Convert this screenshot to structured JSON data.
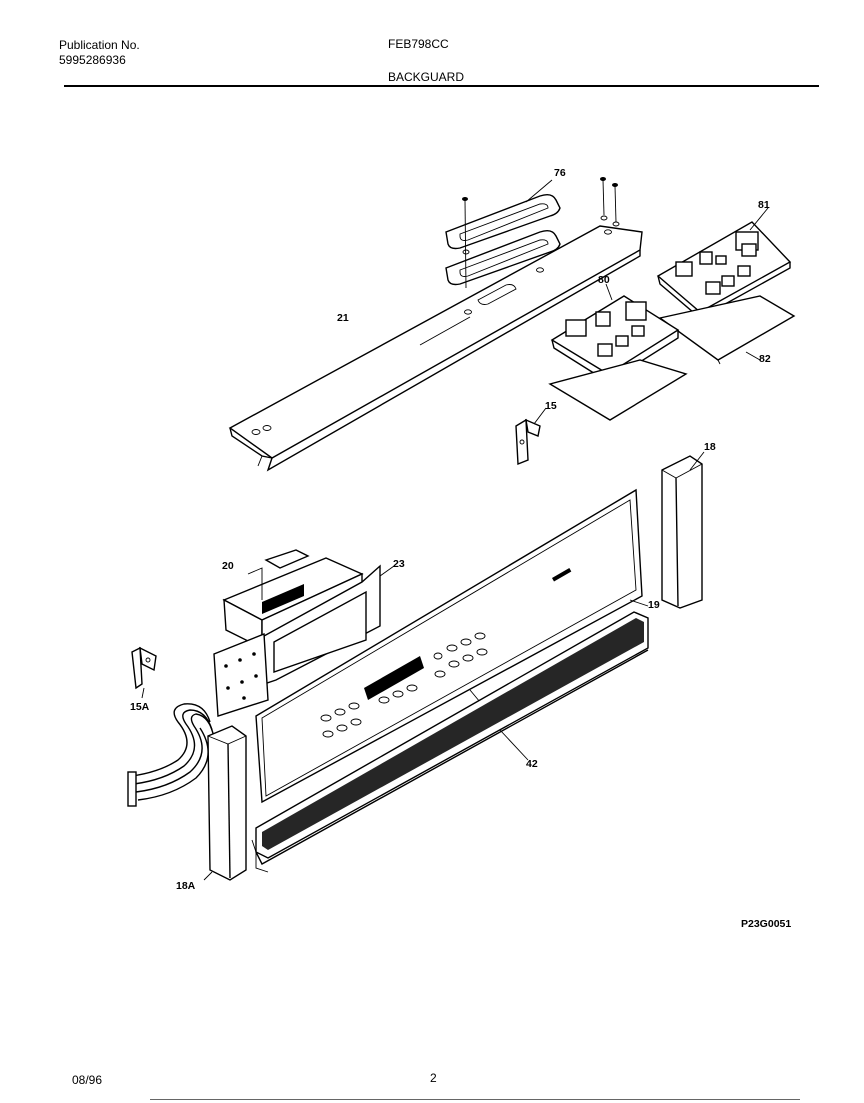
{
  "header": {
    "publication_label": "Publication No.",
    "publication_number": "5995286936",
    "model": "FEB798CC",
    "section_title": "BACKGUARD"
  },
  "diagram": {
    "callouts": {
      "c76": "76",
      "c81": "81",
      "c80": "80",
      "c21": "21",
      "c82": "82",
      "c15": "15",
      "c18": "18",
      "c20": "20",
      "c23": "23",
      "c19": "19",
      "c15A": "15A",
      "c42": "42",
      "c18A": "18A"
    },
    "figure_code": "P23G0051"
  },
  "footer": {
    "date": "08/96",
    "page": "2"
  }
}
